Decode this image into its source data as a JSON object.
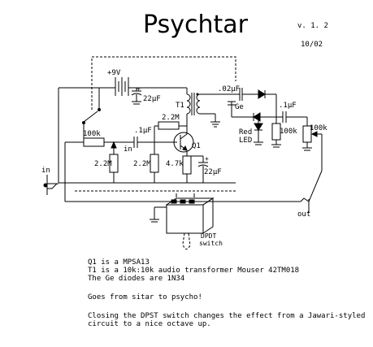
{
  "title": "Psychtar",
  "version": "v. 1. 2",
  "date": "10/02",
  "components": {
    "battery": "+9V",
    "c_battery": "22µF",
    "transformer": "T1",
    "c_ge": ".02µF",
    "ge_label": "Ge",
    "r_2m2_feedback": "2.2M",
    "pot_100k_left": "100k",
    "c_in": ".1µF",
    "in_node": "in",
    "r_2m2_a": "2.2M",
    "r_2m2_b": "2.2M",
    "r_4k7": "4.7k",
    "c_emitter": "22µF",
    "q1": "Q1",
    "c_out": ".1µF",
    "r_100k": "100k",
    "pot_100k_right": "100k",
    "led_label_1": "Red",
    "led_label_2": "LED",
    "jack_in": "in",
    "jack_out": "out",
    "switch_label_1": "DPDT",
    "switch_label_2": "switch"
  },
  "notes": {
    "line1": "Q1 is a MPSA13",
    "line2": "T1 is a 10k:10k audio transformer Mouser 42TM018",
    "line3": "The Ge diodes are 1N34",
    "line4": "Goes from sitar to psycho!",
    "line5": "Closing the DPST switch changes the effect from a Jawari-styled",
    "line6": "circuit to a nice octave up."
  }
}
